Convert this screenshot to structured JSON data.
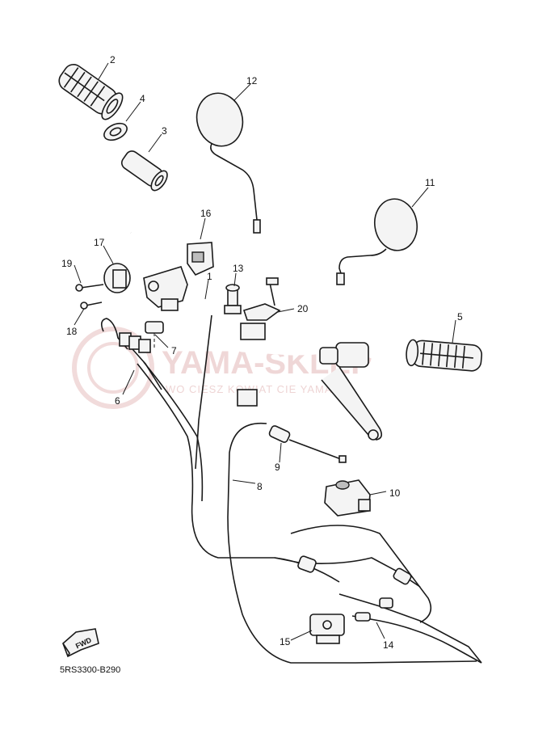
{
  "diagram": {
    "drawing_code": "5RS3300-B290",
    "direction_badge": "FWD",
    "callouts": [
      "1",
      "2",
      "3",
      "4",
      "5",
      "6",
      "7",
      "8",
      "9",
      "10",
      "11",
      "12",
      "13",
      "14",
      "15",
      "16",
      "17",
      "18",
      "19",
      "20"
    ]
  },
  "watermark": {
    "brand": "YAMA-SKLEP",
    "tagline": "WO CIESZ KOWIAT CIE YAMAHA",
    "color": "#e3b8b8"
  },
  "colors": {
    "stroke": "#1a1a1a",
    "background": "#ffffff"
  }
}
